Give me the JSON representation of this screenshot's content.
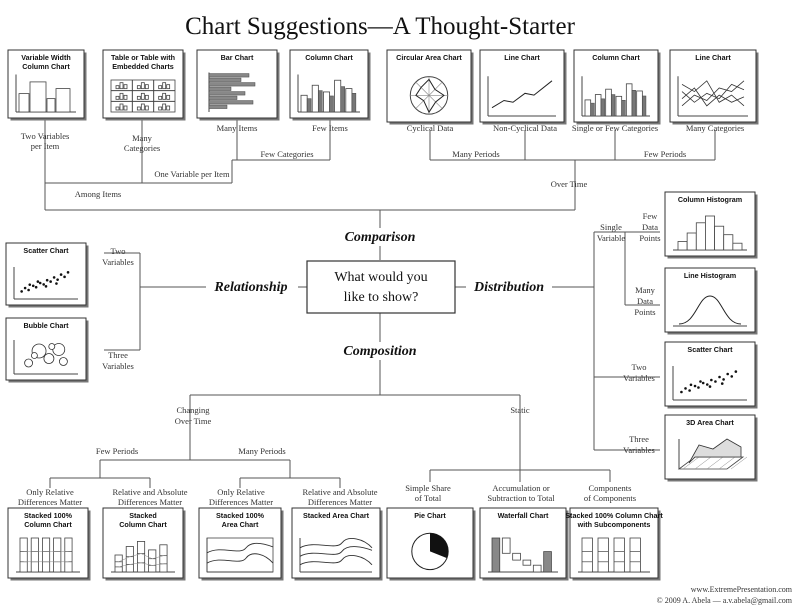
{
  "title": "Chart Suggestions—A Thought-Starter",
  "center_question": [
    "What would you",
    "like to show?"
  ],
  "categories": {
    "comparison": "Comparison",
    "relationship": "Relationship",
    "distribution": "Distribution",
    "composition": "Composition"
  },
  "cards": {
    "variable_width": [
      "Variable Width",
      "Column Chart"
    ],
    "table_embedded": [
      "Table or Table with",
      "Embedded Charts"
    ],
    "bar_chart": [
      "Bar Chart"
    ],
    "column_chart_1": [
      "Column Chart"
    ],
    "circular_area": [
      "Circular Area Chart"
    ],
    "line_chart_1": [
      "Line Chart"
    ],
    "column_chart_2": [
      "Column Chart"
    ],
    "line_chart_2": [
      "Line Chart"
    ],
    "scatter_rel": [
      "Scatter Chart"
    ],
    "bubble": [
      "Bubble Chart"
    ],
    "column_histogram": [
      "Column Histogram"
    ],
    "line_histogram": [
      "Line Histogram"
    ],
    "scatter_dist": [
      "Scatter Chart"
    ],
    "area_3d": [
      "3D Area Chart"
    ],
    "stacked100_column": [
      "Stacked 100%",
      "Column Chart"
    ],
    "stacked_column": [
      "Stacked",
      "Column Chart"
    ],
    "stacked100_area": [
      "Stacked 100%",
      "Area Chart"
    ],
    "stacked_area": [
      "Stacked Area Chart"
    ],
    "pie": [
      "Pie Chart"
    ],
    "waterfall": [
      "Waterfall Chart"
    ],
    "stacked100_sub": [
      "Stacked 100% Column Chart",
      "with Subcomponents"
    ]
  },
  "labels": {
    "two_variables_per_item": [
      "Two Variables",
      "per Item"
    ],
    "many_categories_left": [
      "Many",
      "Categories"
    ],
    "many_items": [
      "Many Items"
    ],
    "few_items": [
      "Few Items"
    ],
    "cyclical_data": [
      "Cyclical Data"
    ],
    "non_cyclical_data": [
      "Non-Cyclical Data"
    ],
    "single_or_few_categories": [
      "Single or Few Categories"
    ],
    "many_categories_right": [
      "Many Categories"
    ],
    "few_categories": [
      "Few Categories"
    ],
    "many_periods_top": [
      "Many Periods"
    ],
    "few_periods_top": [
      "Few Periods"
    ],
    "one_variable_per_item": [
      "One Variable per Item"
    ],
    "among_items": [
      "Among Items"
    ],
    "over_time": [
      "Over Time"
    ],
    "two_variables_rel": [
      "Two",
      "Variables"
    ],
    "three_variables_rel": [
      "Three",
      "Variables"
    ],
    "single_variable": [
      "Single",
      "Variable"
    ],
    "few_data_points": [
      "Few",
      "Data",
      "Points"
    ],
    "many_data_points": [
      "Many",
      "Data",
      "Points"
    ],
    "two_variables_dist": [
      "Two",
      "Variables"
    ],
    "three_variables_dist": [
      "Three",
      "Variables"
    ],
    "changing_over_time": [
      "Changing",
      "Over Time"
    ],
    "static": [
      "Static"
    ],
    "few_periods_bottom": [
      "Few Periods"
    ],
    "many_periods_bottom": [
      "Many Periods"
    ],
    "only_relative_1": [
      "Only Relative",
      "Differences Matter"
    ],
    "relative_absolute_1": [
      "Relative and Absolute",
      "Differences Matter"
    ],
    "only_relative_2": [
      "Only Relative",
      "Differences Matter"
    ],
    "relative_absolute_2": [
      "Relative and Absolute",
      "Differences Matter"
    ],
    "simple_share": [
      "Simple Share",
      "of Total"
    ],
    "accumulation": [
      "Accumulation or",
      "Subtraction to Total"
    ],
    "components": [
      "Components",
      "of Components"
    ]
  },
  "footer": {
    "website": "www.ExtremePresentation.com",
    "copyright": "© 2009  A. Abela — a.v.abela@gmail.com"
  }
}
